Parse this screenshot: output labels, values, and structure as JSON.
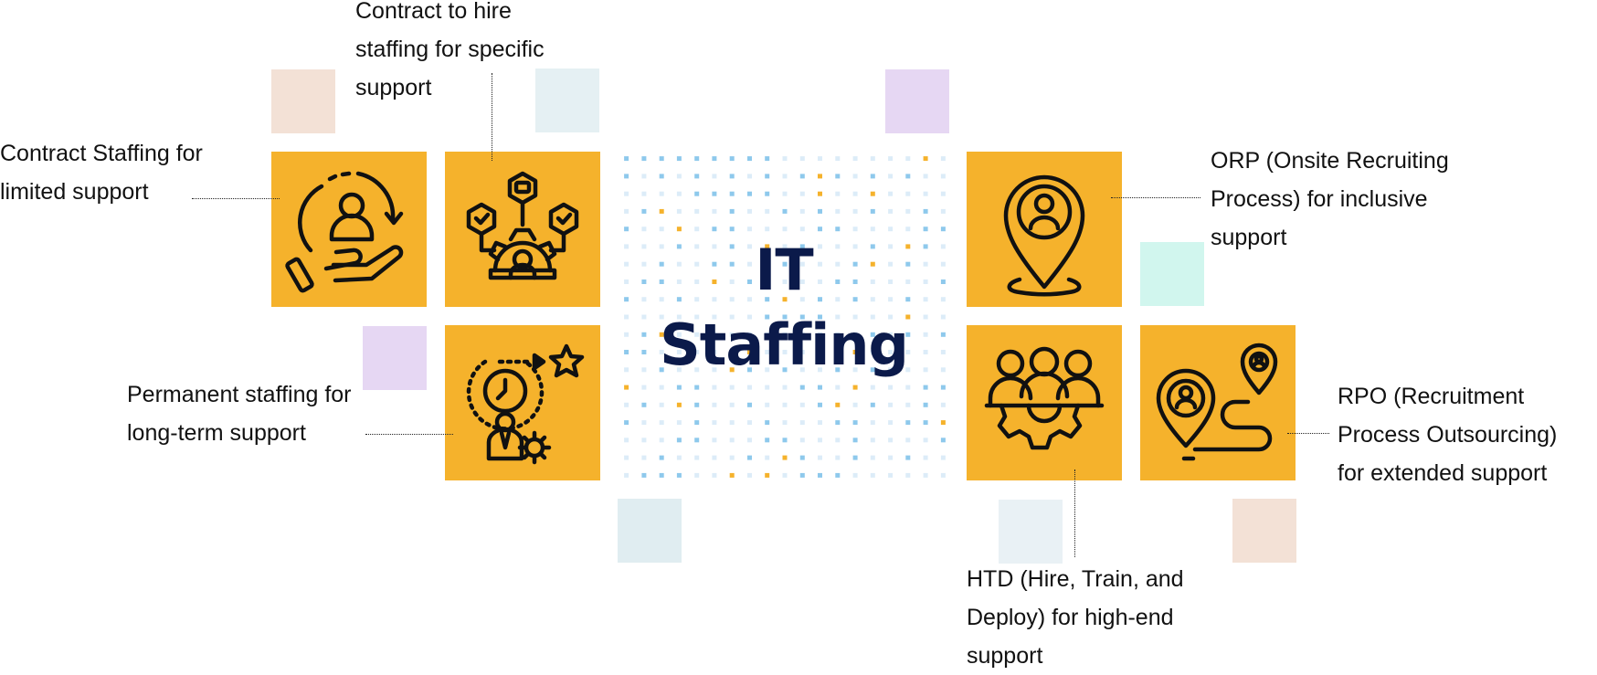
{
  "diagram": {
    "center_title": "IT\nStaffing",
    "colors": {
      "tile": "#f5b22c",
      "icon_stroke": "#111111",
      "title": "#0b1a4a",
      "dot_blue": "#8ec9ec",
      "dot_light": "#dcecf8",
      "dot_orange": "#f5b22c",
      "deco_peach": "#f3e1d6",
      "deco_lightblue": "#e5f0f3",
      "deco_lavender": "#e6d7f3",
      "deco_mint": "#d1f6ee"
    },
    "items": [
      {
        "id": "contract-staffing",
        "icon": "hand-person-cycle-icon",
        "label": "Contract Staffing for\nlimited support"
      },
      {
        "id": "contract-to-hire",
        "icon": "gear-checklist-icon",
        "label": "Contract to hire\nstaffing for specific\nsupport"
      },
      {
        "id": "permanent-staffing",
        "icon": "clock-person-star-icon",
        "label": "Permanent staffing for\nlong-term support"
      },
      {
        "id": "orp",
        "icon": "location-person-pin-icon",
        "label": "ORP (Onsite Recruiting\nProcess) for inclusive\nsupport"
      },
      {
        "id": "htd",
        "icon": "team-gear-icon",
        "label": "HTD (Hire, Train, and\nDeploy) for high-end\nsupport"
      },
      {
        "id": "rpo",
        "icon": "route-pins-icon",
        "label": "RPO (Recruitment\nProcess Outsourcing)\nfor extended support"
      }
    ]
  }
}
